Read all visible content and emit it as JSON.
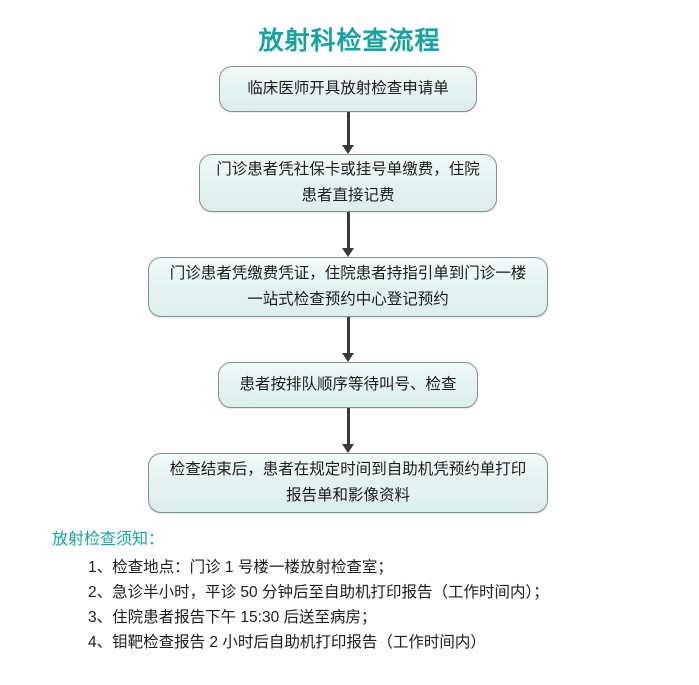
{
  "document": {
    "title": "放射科检查流程",
    "title_color": "#17a3a3",
    "background_color": "#ffffff"
  },
  "chart_data": {
    "type": "diagram",
    "subtype": "flowchart",
    "title": "放射科检查流程",
    "orientation": "top-to-bottom",
    "node_fill": "#e4f3f1",
    "node_border": "#7f918f",
    "connector_color": "#3a3a3a",
    "nodes": [
      {
        "id": "n1",
        "label": "临床医师开具放射检查申请单",
        "order": 1
      },
      {
        "id": "n2",
        "label": "门诊患者凭社保卡或挂号单缴费，住院患者直接记费",
        "order": 2
      },
      {
        "id": "n3",
        "label": "门诊患者凭缴费凭证，住院患者持指引单到门诊一楼一站式检查预约中心登记预约",
        "order": 3
      },
      {
        "id": "n4",
        "label": "患者按排队顺序等待叫号、检查",
        "order": 4
      },
      {
        "id": "n5",
        "label": "检查结束后，患者在规定时间到自助机凭预约单打印报告单和影像资料",
        "order": 5
      }
    ],
    "edges": [
      {
        "from": "n1",
        "to": "n2",
        "style": "arrow"
      },
      {
        "from": "n2",
        "to": "n3",
        "style": "arrow"
      },
      {
        "from": "n3",
        "to": "n4",
        "style": "arrow"
      },
      {
        "from": "n4",
        "to": "n5",
        "style": "arrow"
      }
    ]
  },
  "flow": {
    "step1": "临床医师开具放射检查申请单",
    "step2": "门诊患者凭社保卡或挂号单缴费，住院患者直接记费",
    "step3": "门诊患者凭缴费凭证，住院患者持指引单到门诊一楼一站式检查预约中心登记预约",
    "step4": "患者按排队顺序等待叫号、检查",
    "step5": "检查结束后，患者在规定时间到自助机凭预约单打印报告单和影像资料"
  },
  "notice": {
    "heading": "放射检查须知：",
    "heading_color": "#17a3a3",
    "items": [
      "1、检查地点：门诊 1 号楼一楼放射检查室；",
      "2、急诊半小时，平诊 50 分钟后至自助机打印报告（工作时间内）；",
      "3、住院患者报告下午 15:30 后送至病房；",
      "4、钼靶检查报告 2 小时后自助机打印报告（工作时间内）"
    ]
  }
}
